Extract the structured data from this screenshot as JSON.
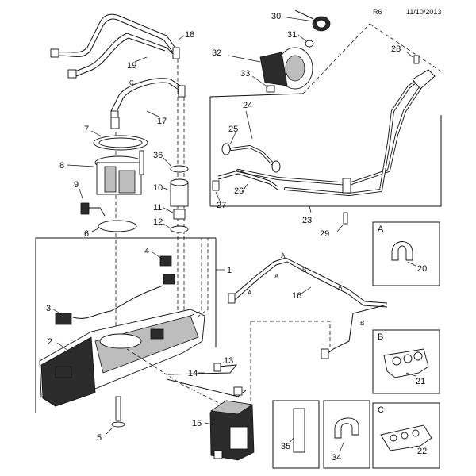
{
  "header": {
    "revision": "R6",
    "date": "11/10/2013"
  },
  "callouts": {
    "c1": "1",
    "c2": "2",
    "c3": "3",
    "c4": "4",
    "c5": "5",
    "c6": "6",
    "c7": "7",
    "c8": "8",
    "c9": "9",
    "c10": "10",
    "c11": "11",
    "c12": "12",
    "c13": "13",
    "c14": "14",
    "c15": "15",
    "c16": "16",
    "c17": "17",
    "c18": "18",
    "c19": "19",
    "c20": "20",
    "c21": "21",
    "c22": "22",
    "c23": "23",
    "c24": "24",
    "c25": "25",
    "c26": "26",
    "c27": "27",
    "c28": "28",
    "c29": "29",
    "c30": "30",
    "c31": "31",
    "c32": "32",
    "c33": "33",
    "c34": "34",
    "c35": "35",
    "c36": "36"
  },
  "pipe_tags": {
    "a1": "A",
    "a2": "A",
    "a3": "A",
    "b1": "B",
    "b2": "B",
    "c1": "C"
  },
  "inset_boxes": {
    "box_a": "A",
    "box_b": "B",
    "box_c": "C"
  }
}
